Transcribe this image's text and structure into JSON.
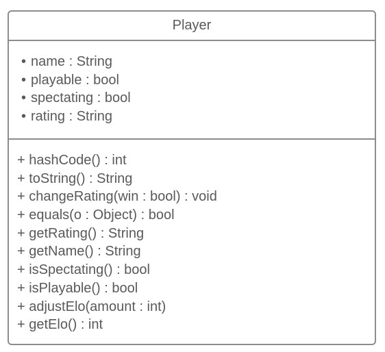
{
  "class": {
    "name": "Player",
    "attributes": [
      "name : String",
      "playable : bool",
      "spectating : bool",
      "rating : String"
    ],
    "methods": [
      "+ hashCode() : int",
      "+ toString() : String",
      "+ changeRating(win : bool) : void",
      "+ equals(o : Object) : bool",
      "+ getRating() : String",
      "+ getName() : String",
      "+ isSpectating() : bool",
      "+ isPlayable() : bool",
      "+ adjustElo(amount : int)",
      "+ getElo() : int"
    ]
  },
  "colors": {
    "border": "#8c8c8c",
    "text": "#595959",
    "background": "#ffffff"
  }
}
